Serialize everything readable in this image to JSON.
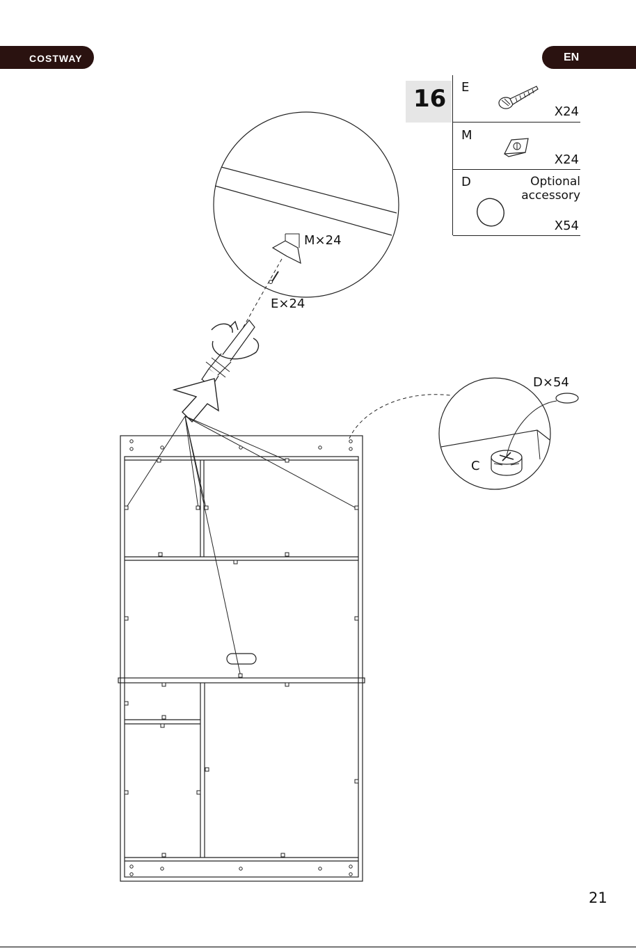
{
  "header": {
    "brand": "COSTWAY",
    "language": "EN"
  },
  "step": {
    "number": "16"
  },
  "parts": [
    {
      "letter": "E",
      "quantity": "X24",
      "icon": "screw-icon"
    },
    {
      "letter": "M",
      "quantity": "X24",
      "icon": "bracket-icon"
    },
    {
      "letter": "D",
      "note": "Optional accessory",
      "quantity": "X54",
      "icon": "cap-icon"
    }
  ],
  "callouts": {
    "bracket": "M×24",
    "screw": "E×24",
    "cap": "D×54",
    "cam_lock": "C"
  },
  "footer": {
    "page_number": "21"
  }
}
